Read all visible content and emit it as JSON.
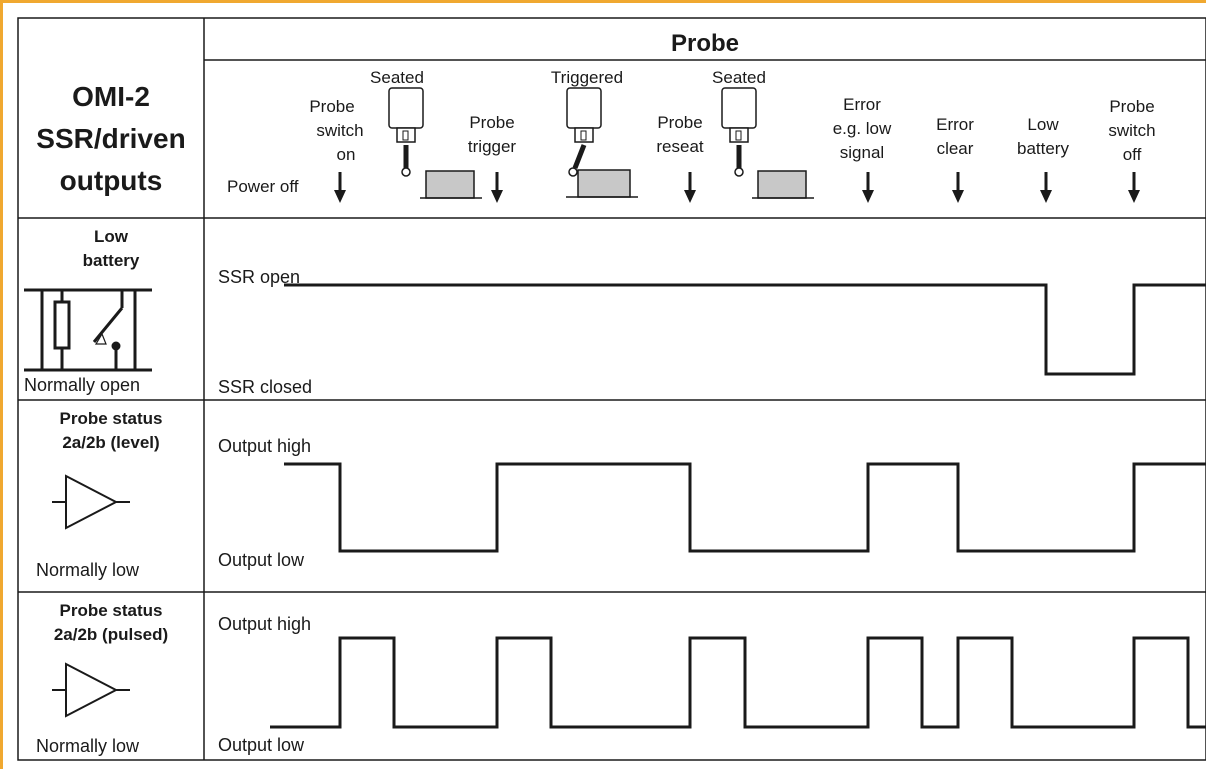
{
  "header": {
    "title": "Probe",
    "left_title_lines": [
      "OMI-2",
      "SSR/driven",
      "outputs"
    ]
  },
  "events": [
    {
      "id": "power-off",
      "lines": [
        "Power off"
      ]
    },
    {
      "id": "probe-switch-on",
      "lines": [
        "Probe",
        "switch",
        "on"
      ]
    },
    {
      "id": "seated-1",
      "lines": [
        "Seated"
      ]
    },
    {
      "id": "probe-trigger",
      "lines": [
        "Probe",
        "trigger"
      ]
    },
    {
      "id": "triggered",
      "lines": [
        "Triggered"
      ]
    },
    {
      "id": "probe-reseat",
      "lines": [
        "Probe",
        "reseat"
      ]
    },
    {
      "id": "seated-2",
      "lines": [
        "Seated"
      ]
    },
    {
      "id": "error-low-signal",
      "lines": [
        "Error",
        "e.g. low",
        "signal"
      ]
    },
    {
      "id": "error-clear",
      "lines": [
        "Error",
        "clear"
      ]
    },
    {
      "id": "low-battery",
      "lines": [
        "Low",
        "battery"
      ]
    },
    {
      "id": "probe-switch-off",
      "lines": [
        "Probe",
        "switch",
        "off"
      ]
    }
  ],
  "rows": [
    {
      "id": "low-battery-row",
      "title_lines": [
        "Low",
        "battery"
      ],
      "note": "Normally open",
      "icon": "relay-icon",
      "high_label": "SSR open",
      "low_label": "SSR closed",
      "signal": "low-battery-ssr"
    },
    {
      "id": "probe-status-level-row",
      "title_lines": [
        "Probe status",
        "2a/2b (level)"
      ],
      "note": "Normally low",
      "icon": "driver-icon",
      "high_label": "Output high",
      "low_label": "Output low",
      "signal": "probe-status-level"
    },
    {
      "id": "probe-status-pulsed-row",
      "title_lines": [
        "Probe status",
        "2a/2b (pulsed)"
      ],
      "note": "Normally low",
      "icon": "driver-icon",
      "high_label": "Output high",
      "low_label": "Output low",
      "signal": "probe-status-pulsed"
    }
  ],
  "colors": {
    "frame_accent": "#f0a830",
    "line": "#1a1a1a",
    "probe_block_fill": "#c8c8c8"
  }
}
